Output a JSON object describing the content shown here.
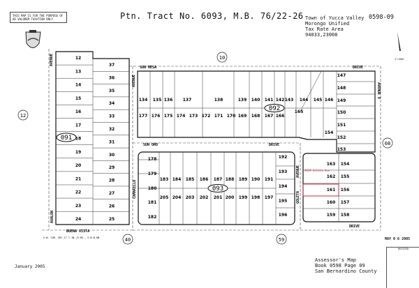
{
  "disclaimer": "THIS MAP IS FOR THE PURPOSE OF AD VALOREM TAXATION ONLY.",
  "title": "Ptn. Tract No. 6093, M.B. 76/22-26",
  "header_info": {
    "town": "Town of Yucca Valley",
    "school": "Morongo Unified",
    "tax_rate_label": "Tax Rate Area",
    "tax_rate_codes": "94033,23008"
  },
  "map_number": "0598-09",
  "scale": "1\"=200'",
  "footer": {
    "date": "January 2005",
    "stamp": "MAY 0 6 2005",
    "revised_label": "REVISED",
    "assessor_line1": "Assessor's Map",
    "assessor_line2": "Book 0598 Page 09",
    "assessor_line3": "San Bernardino County"
  },
  "highlight": {
    "lot": 161,
    "address": "4839 Goleta Ave",
    "color": "#c0304a"
  },
  "streets": [
    "SUN MESA",
    "DRIVE",
    "SUN ORO",
    "DRIVE",
    "BUENA VISTA",
    "DRIVE",
    "AVENUE",
    "AVENUE",
    "AVALON",
    "CAMARILLO",
    "GOLETA",
    "AVENUE",
    "AVENUE E"
  ],
  "sheet_refs": [
    "10",
    "12",
    "08",
    "40",
    "59"
  ],
  "book_pages": [
    "091",
    "092",
    "093"
  ],
  "corner_note": "S.W. COR. SEC.17 T.1N.,R.6E., S.B.B.&M.",
  "lots": {
    "left_col": [
      12,
      13,
      14,
      15,
      16,
      17,
      18,
      19,
      20,
      21,
      22,
      23,
      24
    ],
    "right_col": [
      37,
      36,
      35,
      34,
      33,
      32,
      31,
      30,
      29,
      28,
      27,
      26,
      25
    ],
    "top_row": [
      134,
      135,
      136,
      137,
      138,
      139,
      140,
      141,
      142,
      143,
      144,
      145,
      146
    ],
    "second_row": [
      177,
      176,
      175,
      174,
      173,
      172,
      171,
      170,
      169,
      168,
      167,
      166
    ],
    "misc": [
      165,
      154
    ],
    "east_col": [
      147,
      148,
      149,
      150,
      151,
      152,
      153
    ],
    "goleta_west": [
      163,
      162,
      161,
      160,
      159
    ],
    "goleta_east": [
      154,
      155,
      156,
      157,
      158
    ],
    "oro_west": [
      178,
      179,
      180,
      181,
      182
    ],
    "oro_north": [
      183,
      184,
      185,
      186,
      187,
      188,
      189,
      190,
      191
    ],
    "oro_south": [
      205,
      204,
      203,
      202,
      201,
      200,
      199,
      198,
      197
    ],
    "oro_east": [
      192,
      193,
      194,
      195,
      196
    ]
  }
}
